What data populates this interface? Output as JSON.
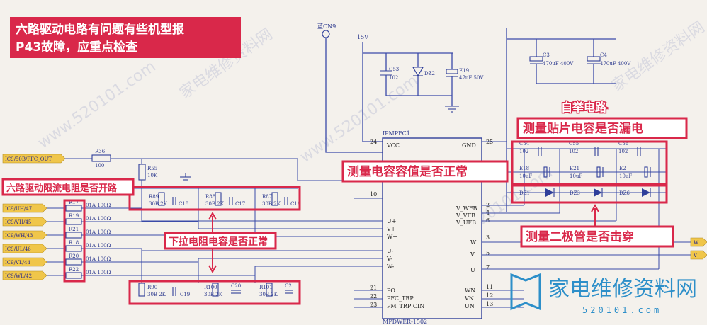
{
  "title_banner": {
    "line1": "六路驱动电路有问题有些机型报",
    "line2": "P43故障，应重点检查"
  },
  "annotations": {
    "bootstrap_circuit": "自举电路",
    "check_smd_cap_leak": "测量贴片电容是否漏电",
    "check_cap_value": "测量电容容值是否正常",
    "check_diode": "测量二极管是否击穿",
    "check_pulldown": "下拉电阻电容是否正常",
    "check_limit_resistor": "六路驱动限流电阻是否开路"
  },
  "ic": {
    "name_top": "IPMPFC1",
    "name_bottom": "MPDWER-1502",
    "left_pins": [
      {
        "num": "24",
        "name": "VCC"
      },
      {
        "num": "10",
        "name": ""
      },
      {
        "num": "",
        "name": "U+"
      },
      {
        "num": "",
        "name": "V+"
      },
      {
        "num": "",
        "name": "W+"
      },
      {
        "num": "",
        "name": "U-"
      },
      {
        "num": "",
        "name": "V-"
      },
      {
        "num": "",
        "name": "W-"
      },
      {
        "num": "21",
        "name": "PO"
      },
      {
        "num": "22",
        "name": "PFC_TRP"
      },
      {
        "num": "23",
        "name": "PM_TRP CIN"
      }
    ],
    "right_pins": [
      {
        "num": "25",
        "name": "GND"
      },
      {
        "num": "2",
        "name": "V_WFB"
      },
      {
        "num": "4",
        "name": "V_VFB"
      },
      {
        "num": "6",
        "name": "V_UFB"
      },
      {
        "num": "3",
        "name": "W"
      },
      {
        "num": "5",
        "name": "V"
      },
      {
        "num": "7",
        "name": "U"
      },
      {
        "num": "11",
        "name": "WN"
      },
      {
        "num": "12",
        "name": "VN"
      },
      {
        "num": "13",
        "name": "UN"
      }
    ]
  },
  "net_labels": {
    "pfc_out": "IC9/50B/PFC_OUT",
    "inputs": [
      "IC9/UH/47",
      "IC9/VH/45",
      "IC9/WH/43",
      "IC9/UL/46",
      "IC9/VL/44",
      "IC9/WL/42"
    ],
    "outputs": [
      "V",
      "W"
    ]
  },
  "components": {
    "input_resistors": [
      "R17",
      "R19",
      "R21",
      "R18",
      "R20",
      "R22"
    ],
    "input_values": [
      "01A 100Ω",
      "01A 100Ω",
      "01A 100Ω",
      "01A 100Ω",
      "01A 100Ω",
      "01A 100Ω"
    ],
    "r36": "R36",
    "r36_val": "100",
    "r55": "R55",
    "r55_val": "10K",
    "pulldown_top": [
      {
        "r": "R89",
        "val": "30B 2K",
        "c": "C18"
      },
      {
        "r": "R88",
        "val": "30B 2K",
        "c": "C17"
      },
      {
        "r": "R87",
        "val": "30B 2K",
        "c": "C16"
      }
    ],
    "pulldown_bottom": [
      {
        "r": "R90",
        "val": "30B 2K",
        "c": "C19"
      },
      {
        "r": "R100",
        "val": "30B 2K",
        "c": "C20"
      },
      {
        "r": "R101",
        "val": "30B 2K",
        "c": "C2"
      }
    ],
    "c53": "C53",
    "c53_val": "102",
    "dz2": "DZ2",
    "e19": "E19",
    "e19_val": "47uF 50V",
    "supply": "15V",
    "cn9": "蓝CN9",
    "c3": "C3",
    "c3_val": "470uF 400V",
    "c4": "C4",
    "c4_val": "470uF 400V",
    "smd_caps": [
      {
        "ref": "C54",
        "val": "102"
      },
      {
        "ref": "C55",
        "val": "102"
      },
      {
        "ref": "C56",
        "val": "102"
      }
    ],
    "bulk_caps": [
      {
        "ref": "E18",
        "val": "10uF"
      },
      {
        "ref": "E21",
        "val": "10uF"
      },
      {
        "ref": "E2",
        "val": "10uF"
      }
    ],
    "diodes": [
      "DZ1",
      "DZ3",
      "DZ6"
    ]
  },
  "logo": {
    "text": "家电维修资料网",
    "url": "520101.com"
  },
  "watermarks": [
    "家电维修资料网",
    "www.520101.com"
  ],
  "colors": {
    "accent": "#d9284a",
    "wire": "#3a4aa8",
    "banner_bg": "#d9284a",
    "logo": "#2d8fc9"
  }
}
